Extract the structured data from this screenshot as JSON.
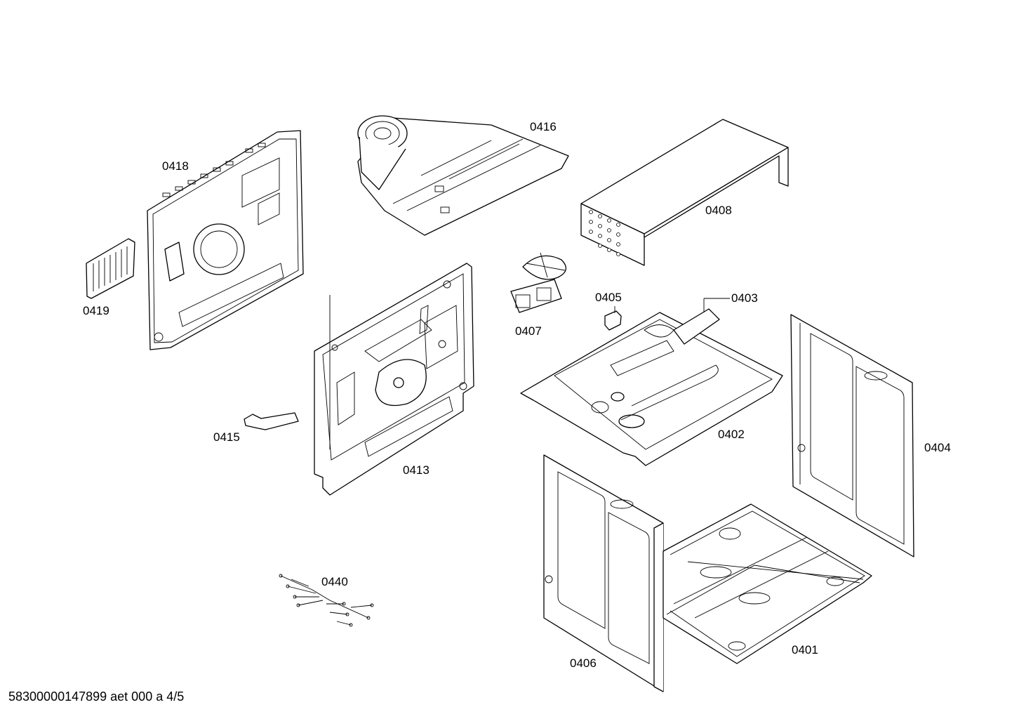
{
  "footer": "58300000147899 aet 000 a 4/5",
  "parts": {
    "p0401": "0401",
    "p0402": "0402",
    "p0403": "0403",
    "p0404": "0404",
    "p0405": "0405",
    "p0406": "0406",
    "p0407": "0407",
    "p0408": "0408",
    "p0413": "0413",
    "p0415": "0415",
    "p0416": "0416",
    "p0418": "0418",
    "p0419": "0419",
    "p0440": "0440"
  }
}
